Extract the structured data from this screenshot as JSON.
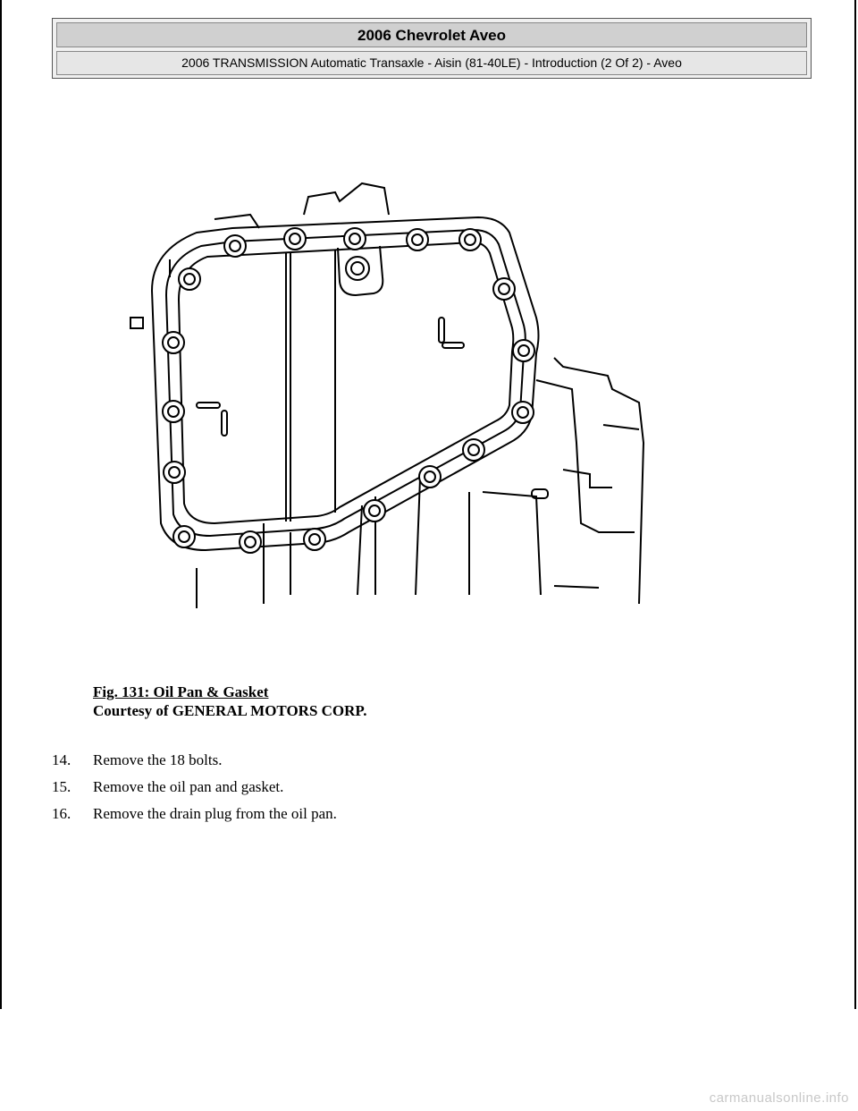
{
  "header": {
    "title": "2006 Chevrolet Aveo",
    "subtitle": "2006 TRANSMISSION Automatic Transaxle - Aisin (81-40LE) - Introduction (2 Of 2) - Aveo"
  },
  "figure": {
    "caption_title": "Fig. 131: Oil Pan & Gasket",
    "caption_credit": "Courtesy of GENERAL MOTORS CORP."
  },
  "steps": [
    {
      "num": "14.",
      "text": "Remove the 18 bolts."
    },
    {
      "num": "15.",
      "text": "Remove the oil pan and gasket."
    },
    {
      "num": "16.",
      "text": "Remove the drain plug from the oil pan."
    }
  ],
  "watermark": "carmanualsonline.info"
}
